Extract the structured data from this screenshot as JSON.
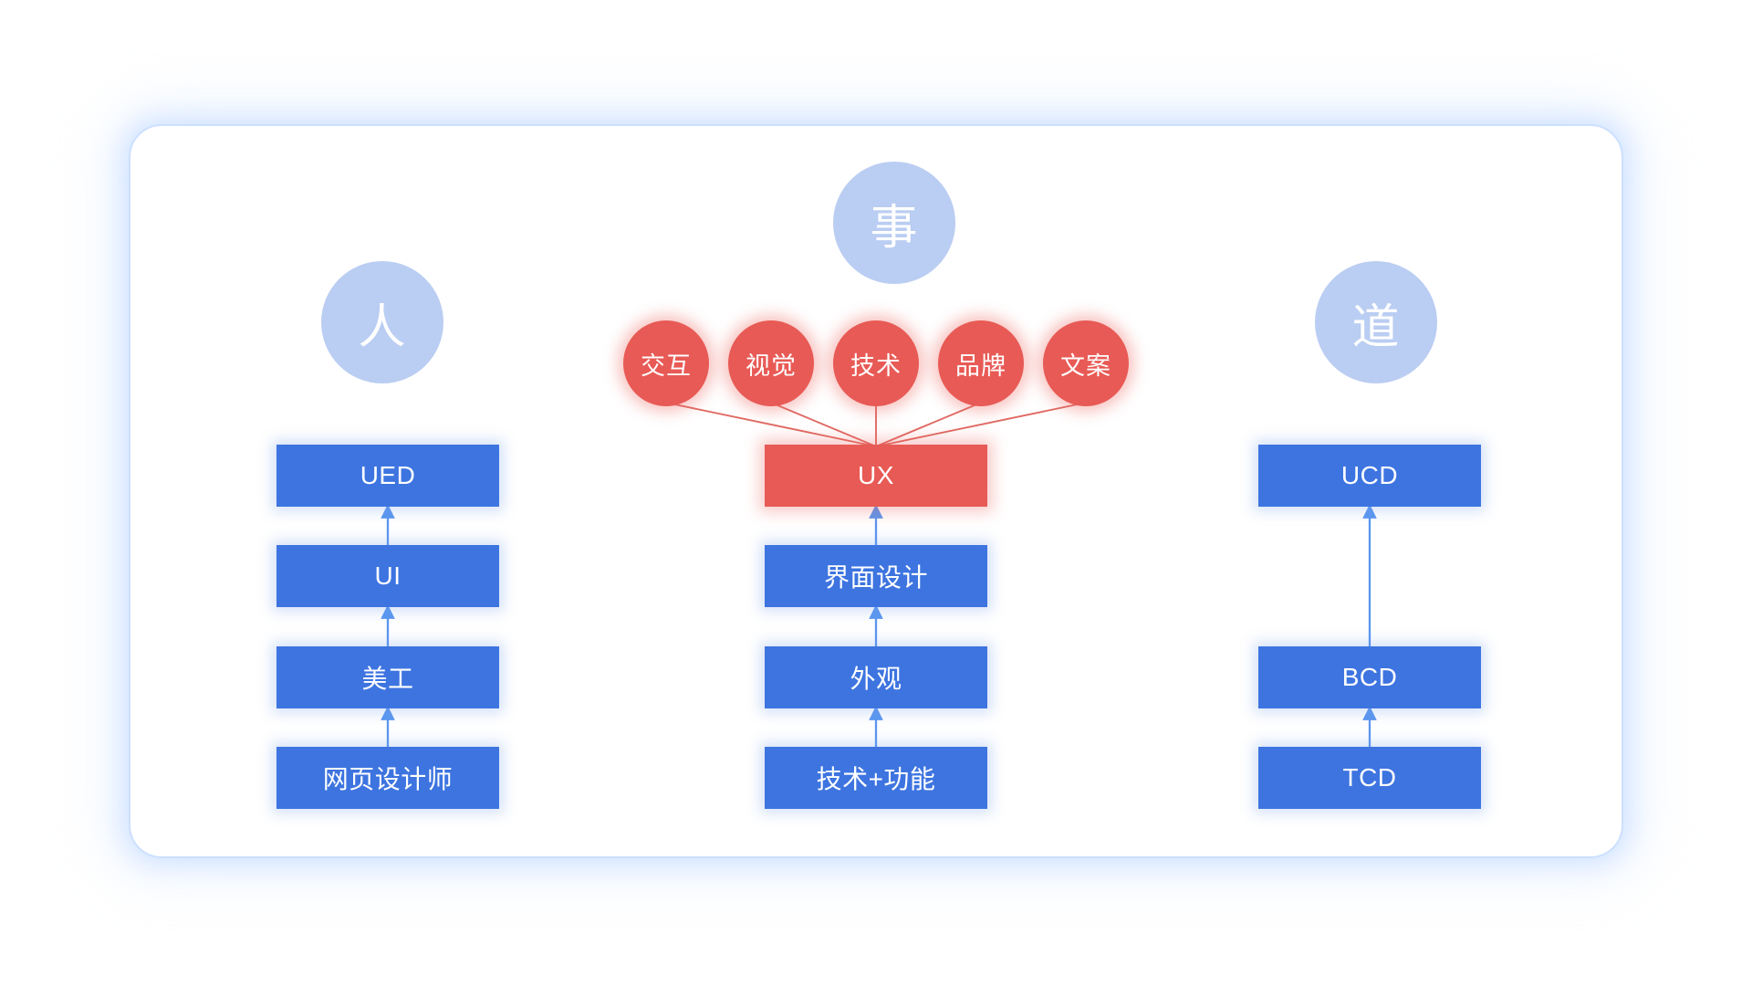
{
  "diagram": {
    "title": "UX concept relationship diagram",
    "background": "#ffffff",
    "colors": {
      "blue_node": "#3d74e0",
      "red_node": "#e85a55",
      "pale_blue_circle": "#bacdf2",
      "arrow_blue": "#5a96ef",
      "connector_red": "#e06a64",
      "card_border_glow": "#c1daff"
    },
    "concept_circles": [
      {
        "id": "shi",
        "label": "事"
      },
      {
        "id": "ren",
        "label": "人"
      },
      {
        "id": "dao",
        "label": "道"
      }
    ],
    "facets": [
      {
        "id": "interaction",
        "label": "交互"
      },
      {
        "id": "visual",
        "label": "视觉"
      },
      {
        "id": "technology",
        "label": "技术"
      },
      {
        "id": "brand",
        "label": "品牌"
      },
      {
        "id": "copywriting",
        "label": "文案"
      }
    ],
    "columns": [
      {
        "id": "left",
        "concept": "人",
        "nodes": [
          {
            "id": "ued",
            "label": "UED",
            "color": "blue"
          },
          {
            "id": "ui",
            "label": "UI",
            "color": "blue"
          },
          {
            "id": "meigong",
            "label": "美工",
            "color": "blue"
          },
          {
            "id": "web-designer",
            "label": "网页设计师",
            "color": "blue"
          }
        ]
      },
      {
        "id": "middle",
        "concept": "事",
        "nodes": [
          {
            "id": "ux",
            "label": "UX",
            "color": "red"
          },
          {
            "id": "ui-design",
            "label": "界面设计",
            "color": "blue"
          },
          {
            "id": "appearance",
            "label": "外观",
            "color": "blue"
          },
          {
            "id": "tech-function",
            "label": "技术+功能",
            "color": "blue"
          }
        ]
      },
      {
        "id": "right",
        "concept": "道",
        "nodes": [
          {
            "id": "ucd",
            "label": "UCD",
            "color": "blue"
          },
          {
            "id": "bcd",
            "label": "BCD",
            "color": "blue"
          },
          {
            "id": "tcd",
            "label": "TCD",
            "color": "blue"
          }
        ]
      }
    ]
  }
}
